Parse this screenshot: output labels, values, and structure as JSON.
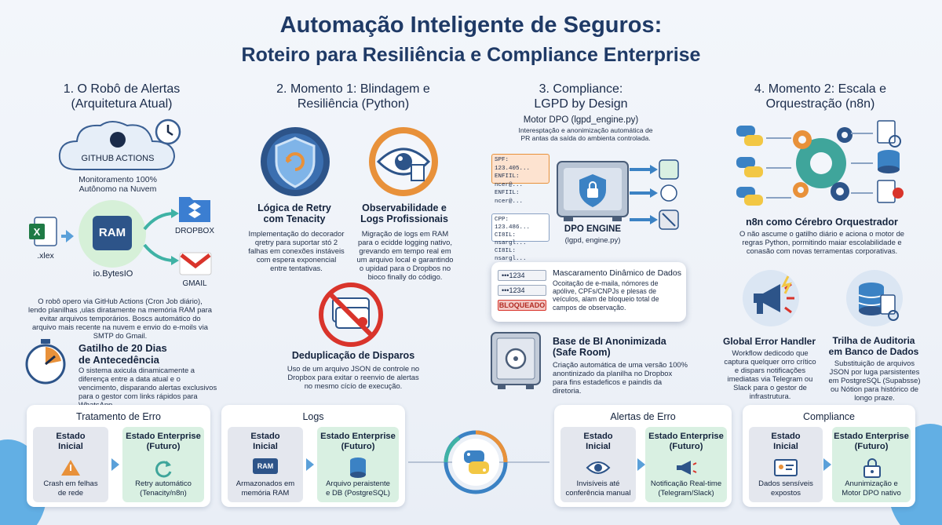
{
  "title": "Automação Inteligente de Seguros:",
  "subtitle": "Roteiro para Resiliência e Compliance Enterprise",
  "col1": {
    "heading": "1. O Robô de Alertas\n(Arquitetura Atual)",
    "cloud_label": "GITHUB ACTIONS",
    "monitor": "Monitoramento 100%\nAutônomo na Nuvem",
    "xlsx": ".xlex",
    "ram": "RAM",
    "engine": "io.BytesIO",
    "dropbox": "DROPBOX",
    "gmail": "GMAIL",
    "desc": "O robô opero via GitHub Actions (Cron Job diário), lendo planilhas ,ulas diratamente na memória RAM para evitar arquivos temporários. Boscs automático do arquivo mais recente na nuvem e envio do e-moils via SMTP do Gmail.",
    "trigger_title": "Gatilho de 20 Dias\nde Antecedência",
    "trigger_desc": "O sistema axicula dinamicamente a diferença entre a data atual e o vencimento, disparando alertas exclusivos para o gestor com links rápidos para WhatsApp."
  },
  "col2": {
    "heading": "2. Momento 1: Blindagem e\nResiliência (Python)",
    "retry_title": "Lógica de Retry\ncom Tenacity",
    "retry_desc": "Implementação do decorador qretry para suportar stó 2 falhas em conexões instáveis com espera exponencial entre tentativas.",
    "obs_title": "Observabilidade e\nLogs Profissionais",
    "obs_desc": "Migração de logs em RAM para o ecidde logging nativo, grevando em tempo real em um arquivo local e garantindo o upidad para o Dropbos no bioco finally do código.",
    "dedup_title": "Deduplicação de Disparos",
    "dedup_desc": "Uso de um arquivo JSON de controle no Dropbox para exitar o reenvio de alertas no mesmo cícío de execução."
  },
  "col3": {
    "heading": "3. Compliance:\nLGPD by Design",
    "motor_title": "Motor DPO (lgpd_engine.py)",
    "motor_desc": "Interesptação e anonimização automática de PR antas da saída do ambienta controlada.",
    "data_in1": [
      "SPF: 123.405...",
      "ENFIIL: ncer@...",
      "ENFIIL: ncer@..."
    ],
    "data_in2": [
      "CPP: 123.486...",
      "CI8IL: nsargl...",
      "CI8IL: nsargl..."
    ],
    "engine_label": "DPO ENGINE",
    "engine_file": "(lgpd, engine.py)",
    "mask_title": "Mascaramento Dinâmico de Dados",
    "mask_desc": "Ocoitação de e-maila, nómores de apólive, CPFs/CNPJs e plesas de veículos, alam de bloqueio total de campos de observação.",
    "mask_field1": "•••1234",
    "mask_field2": "•••1234",
    "mask_blocked": "BLOQUEADO",
    "bi_title": "Base de BI Anonimizada\n(Safe Room)",
    "bi_desc": "Criação automática de uma versão 100% anontinizado da planilha no Dropbox para fins estadeficos e paindis da diretoria."
  },
  "col4": {
    "heading": "4. Momento 2: Escala e\nOrquestração (n8n)",
    "n8n_title": "n8n como Cérebro Orquestrador",
    "n8n_desc": "O não ascume o gatilho diário e aciona o motor de regras Python, pormitindo maiar escolabilidade e conasão com novas terramentas corporativas.",
    "geh_title": "Global Error Handler",
    "geh_desc": "Workflow dedicodo que captura quelquer orro crítico e dispars notificações imediatas via Telegram ou Slack para o gestor de infrastrutura.",
    "audit_title": "Trilha de Auditoria\nem Banco de Dados",
    "audit_desc": "Substituição de arquivos JSON por luga parsistentes em PostgreSQL (Supabsse) ou Nótion para histórico de longo praze."
  },
  "bottom": [
    {
      "title": "Tratamento de Erro",
      "left_h": "Estado\nInicial",
      "left_b": "Crash em felhas\nde rede",
      "right_h": "Estado Enterprise\n(Futuro)",
      "right_b": "Retry automático\n(Tenacity/n8n)"
    },
    {
      "title": "Logs",
      "left_h": "Estado\nInicial",
      "left_b": "Armazonados em\nmemória RAM",
      "right_h": "Estado Enterprise\n(Futuro)",
      "right_b": "Arquivo peraistente\ne DB (PostgreSQL)"
    },
    {
      "title": "Alertas de Erro",
      "left_h": "Estado\nInicial",
      "left_b": "Invisíveis até\nconferência manual",
      "right_h": "Estado Enterprise\n(Futuro)",
      "right_b": "Notificação Real-time\n(Telegram/Slack)"
    },
    {
      "title": "Compliance",
      "left_h": "Estado\nInicial",
      "left_b": "Dados sensíveis\nexpostos",
      "right_h": "Estado Enterprise\n(Futuro)",
      "right_b": "Anunimização e\nMotor DPO nativo"
    }
  ],
  "bottom_icons": {
    "ram": "RAM"
  },
  "colors": {
    "navy": "#1f3a66",
    "accent_blue": "#3b82c4",
    "green": "#d9f0e2",
    "orange": "#e8913a",
    "red": "#d9342b"
  }
}
